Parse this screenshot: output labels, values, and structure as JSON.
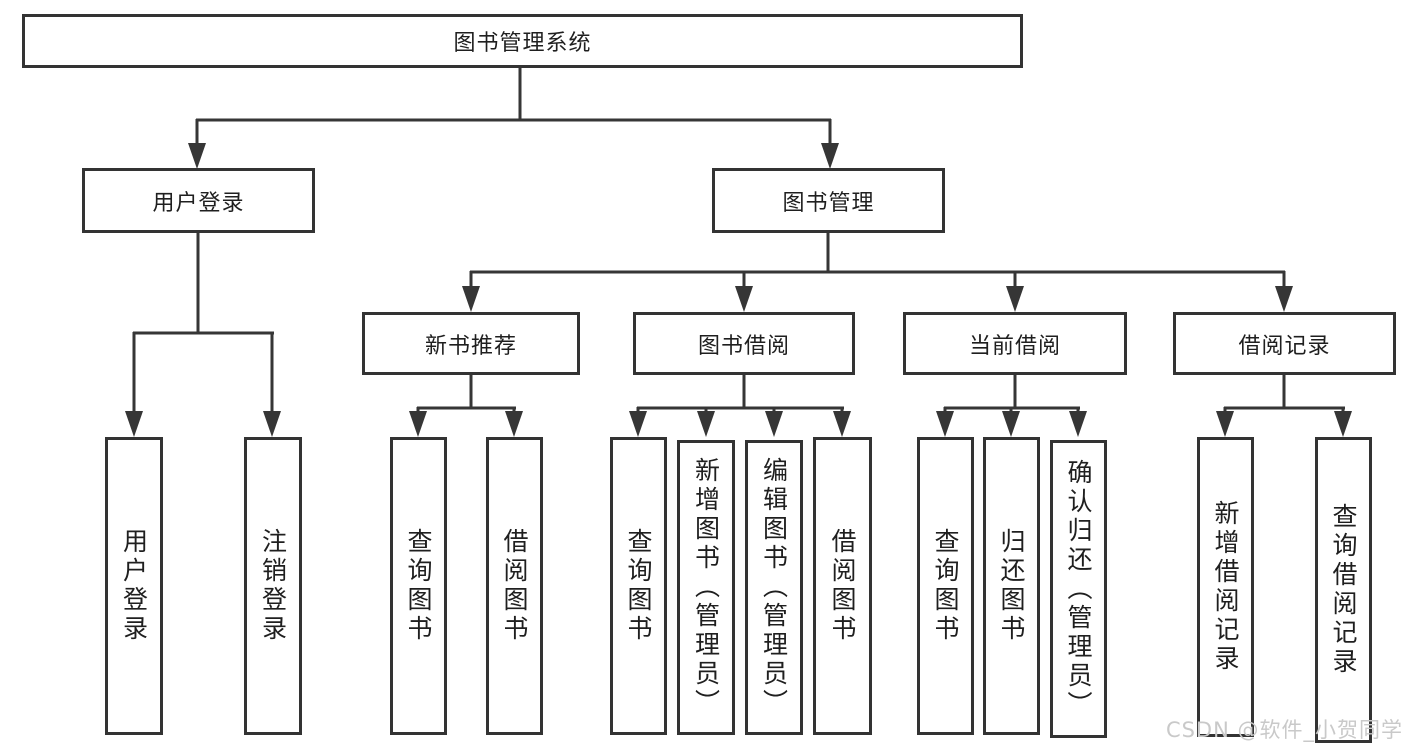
{
  "root": {
    "label": "图书管理系统"
  },
  "groups": {
    "user_login": {
      "label": "用户登录"
    },
    "book_management": {
      "label": "图书管理"
    }
  },
  "modules": {
    "new_book_recommend": {
      "label": "新书推荐"
    },
    "book_borrowing": {
      "label": "图书借阅"
    },
    "current_borrowing": {
      "label": "当前借阅"
    },
    "borrowing_records": {
      "label": "借阅记录"
    }
  },
  "functions": {
    "user_login": {
      "label": "用户登录"
    },
    "logout": {
      "label": "注销登录"
    },
    "nbr_query_books": {
      "label": "查询图书"
    },
    "nbr_borrow_books": {
      "label": "借阅图书"
    },
    "bb_query_books": {
      "label": "查询图书"
    },
    "bb_add_books": {
      "label": "新增图书（管理员）"
    },
    "bb_edit_books": {
      "label": "编辑图书（管理员）"
    },
    "bb_borrow_books": {
      "label": "借阅图书"
    },
    "cb_query_books": {
      "label": "查询图书"
    },
    "cb_return_books": {
      "label": "归还图书"
    },
    "cb_confirm_return": {
      "label": "确认归还（管理员）"
    },
    "br_add_record": {
      "label": "新增借阅记录"
    },
    "br_query_record": {
      "label": "查询借阅记录"
    }
  },
  "watermark": {
    "text": "CSDN @软件_小贺同学"
  },
  "colors": {
    "line": "#363636",
    "box_border": "#333333",
    "text": "#1f1f1f",
    "watermark": "#c9c9c9",
    "background": "#ffffff"
  }
}
